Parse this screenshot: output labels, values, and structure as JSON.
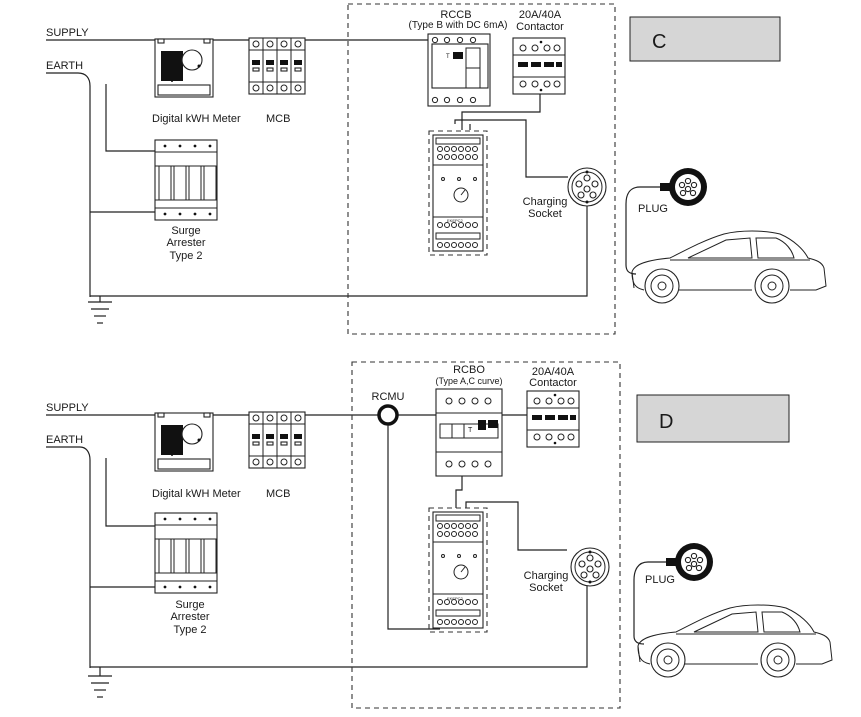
{
  "panel_c": {
    "supply": "SUPPLY",
    "earth": "EARTH",
    "meter": "Digital kWH Meter",
    "mcb": "MCB",
    "surge1": "Surge",
    "surge2": "Arrester",
    "surge3": "Type 2",
    "rccb": "RCCB",
    "rccb_sub": "(Type B with DC 6mA)",
    "contactor1": "20A/40A",
    "contactor2": "Contactor",
    "socket1": "Charging",
    "socket2": "Socket",
    "plug": "PLUG",
    "mode": "C",
    "module": "EKEPC2"
  },
  "panel_d": {
    "supply": "SUPPLY",
    "earth": "EARTH",
    "meter": "Digital kWH Meter",
    "mcb": "MCB",
    "surge1": "Surge",
    "surge2": "Arrester",
    "surge3": "Type 2",
    "rcmu": "RCMU",
    "rcbo": "RCBO",
    "rcbo_sub": "(Type A,C curve)",
    "contactor1": "20A/40A",
    "contactor2": "Contactor",
    "socket1": "Charging",
    "socket2": "Socket",
    "plug": "PLUG",
    "mode": "D",
    "module": "EKEPC2"
  },
  "colors": {
    "label_box": "#d6d6d6",
    "line": "#222222"
  }
}
